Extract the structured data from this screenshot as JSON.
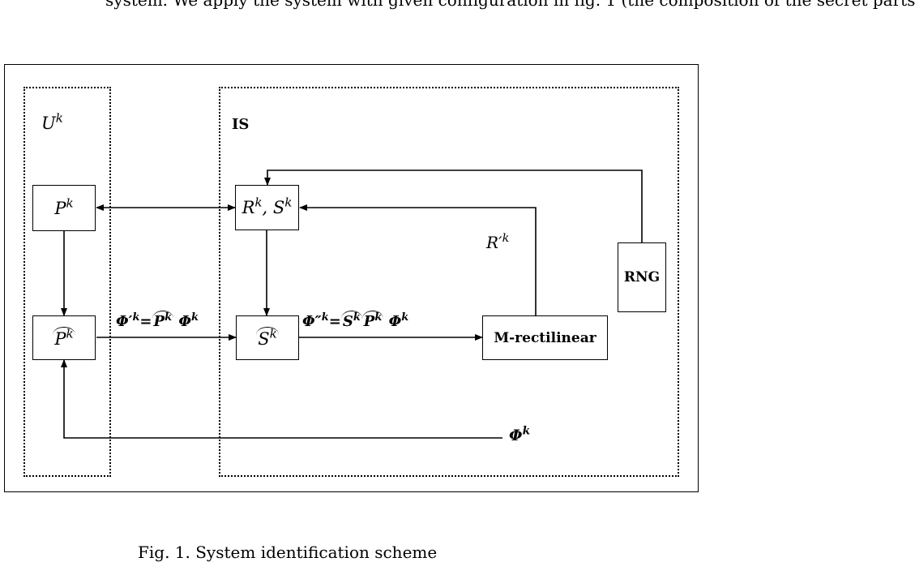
{
  "header_fragment": "system. We apply the system with given configuration in fig. 1 (the composition of the secret parts",
  "caption_fragment": "Fig. 1. System identification scheme",
  "regions": {
    "user": {
      "label": "U",
      "sup": "k"
    },
    "system": {
      "label": "IS"
    }
  },
  "nodes": {
    "p": {
      "base": "P",
      "sup": "k"
    },
    "p_hat": {
      "base": "P",
      "sup": "k"
    },
    "rs": {
      "base": "R",
      "sup": "k",
      "sep": ", ",
      "base2": "S",
      "sup2": "k"
    },
    "s_hat": {
      "base": "S",
      "sup": "k"
    },
    "m_rect": {
      "label": "M-rectilinear"
    },
    "rng": {
      "label": "RNG"
    }
  },
  "edges": {
    "phi_prime": {
      "lhs": "Φ′",
      "sup": "k",
      "eq": "=",
      "rhs_hat": "P",
      "rhs_sup": "k",
      "tail": "Φ",
      "tail_sup": "k"
    },
    "phi_dprime": {
      "lhs": "Φ″",
      "sup": "k",
      "eq": "=",
      "hat1": "S",
      "hat1_sup": "k",
      "hat2": "P",
      "hat2_sup": "k",
      "tail": "Φ",
      "tail_sup": "k"
    },
    "r_prime": {
      "base": "R′",
      "sup": "k"
    },
    "phi": {
      "base": "Φ",
      "sup": "k"
    }
  }
}
